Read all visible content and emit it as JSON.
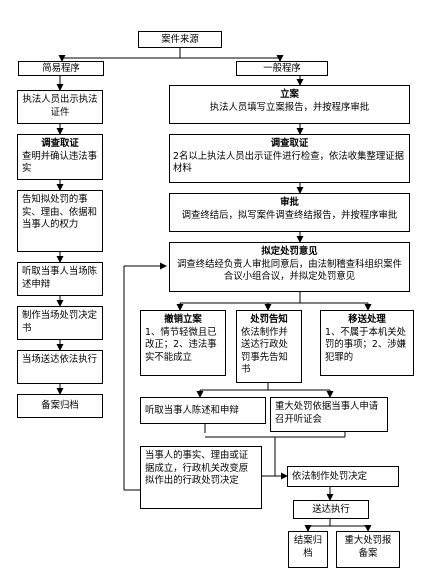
{
  "root": "案件来源",
  "simple": {
    "title": "简易程序",
    "s1": "执法人员出示执法证件",
    "s2_head": "调查取证",
    "s2_body": "查明并确认违法事实",
    "s3": "告知拟处罚的事实、理由、依据和当事人的权力",
    "s4": "听取当事人当场陈述申辩",
    "s5": "制作当场处罚决定书",
    "s6": "当场送达依法执行",
    "s7": "备案归档"
  },
  "general": {
    "title": "一般程序",
    "filing_head": "立案",
    "filing_body": "执法人员填写立案报告，并按程序审批",
    "inv_head": "调查取证",
    "inv_body": "2名以上执法人员出示证件进行检查，依法收集整理证据材料",
    "review_head": "审批",
    "review_body": "调查终结后，拟写案件调查终结报告，并按程序审批",
    "opinion_head": "拟定处罚意见",
    "opinion_body": "调查终结经负责人审批同意后，由法制稽查科组织案件合议小组合议，并拟定处罚意见",
    "revoke_head": "撤销立案",
    "revoke_body": "1、情节轻微且已改正；2、违法事实不能成立",
    "notice_head": "处罚告知",
    "notice_body": "依法制作并送达行政处罚事先告知书",
    "transfer_head": "移送处理",
    "transfer_body": "1、不属于本机关处罚的事项；2、涉嫌犯罪的",
    "hear_defense": "听取当事人陈述和申辩",
    "hearing": "重大处罚依据当事人申请召开听证会",
    "reasons": "当事人的事实、理由或证据成立，行政机关改变原拟作出的行政处罚决定",
    "decision": "依法制作处罚决定",
    "deliver": "送达执行",
    "close": "结案归档",
    "major_filing": "重大处罚报备案"
  }
}
